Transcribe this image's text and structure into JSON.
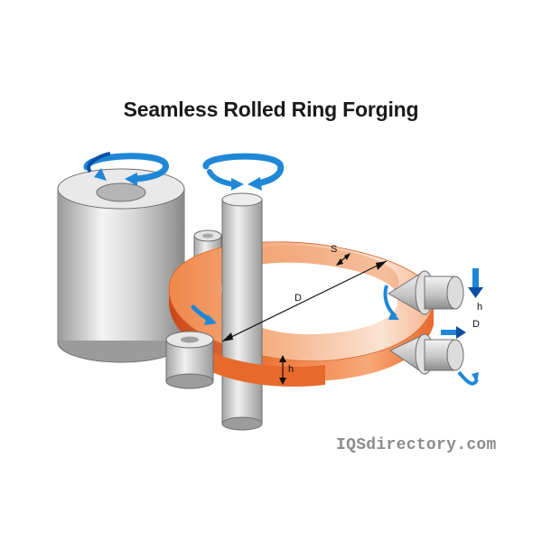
{
  "title": "Seamless Rolled Ring Forging",
  "labels": {
    "wall_thickness": "S",
    "diameter": "D",
    "height": "h",
    "axial_height": "h",
    "axial_diameter": "D"
  },
  "watermark": "IQSdirectory.com",
  "colors": {
    "ring_light": "#f7c9a8",
    "ring_mid": "#f08a4b",
    "ring_dark": "#d4541f",
    "roll_light": "#f2f2f2",
    "roll_dark": "#8f8f8f",
    "arrow_blue": "#1f87d6",
    "arrow_dark": "#0a4fa3"
  },
  "icons": {
    "rotation_arrows": "rotation-arrow-icon",
    "direction_arrows": "direction-arrow-icon"
  }
}
